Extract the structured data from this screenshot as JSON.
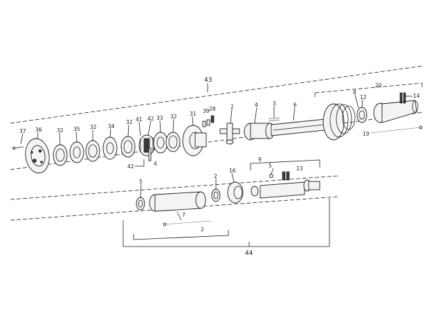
{
  "labels": {
    "l43": "43",
    "l44": "44",
    "l37": "37",
    "l36": "36",
    "l32a": "32",
    "l35": "35",
    "l32b": "32",
    "l34": "34",
    "l32c": "32",
    "l41": "41",
    "l42a": "42",
    "l33": "33",
    "l32d": "32",
    "l31": "31",
    "l39": "39",
    "l28": "28",
    "l2a": "2",
    "l4a": "4",
    "l3": "3",
    "l6": "6",
    "l8": "8",
    "l20": "20",
    "l12": "12",
    "l14": "14",
    "l19": "19",
    "l42b": "42",
    "l4b": "4",
    "l5a": "5",
    "l2b": "2",
    "l16": "16",
    "l9": "9",
    "l5b": "5",
    "l13": "13",
    "l7": "7",
    "l2c": "2"
  }
}
